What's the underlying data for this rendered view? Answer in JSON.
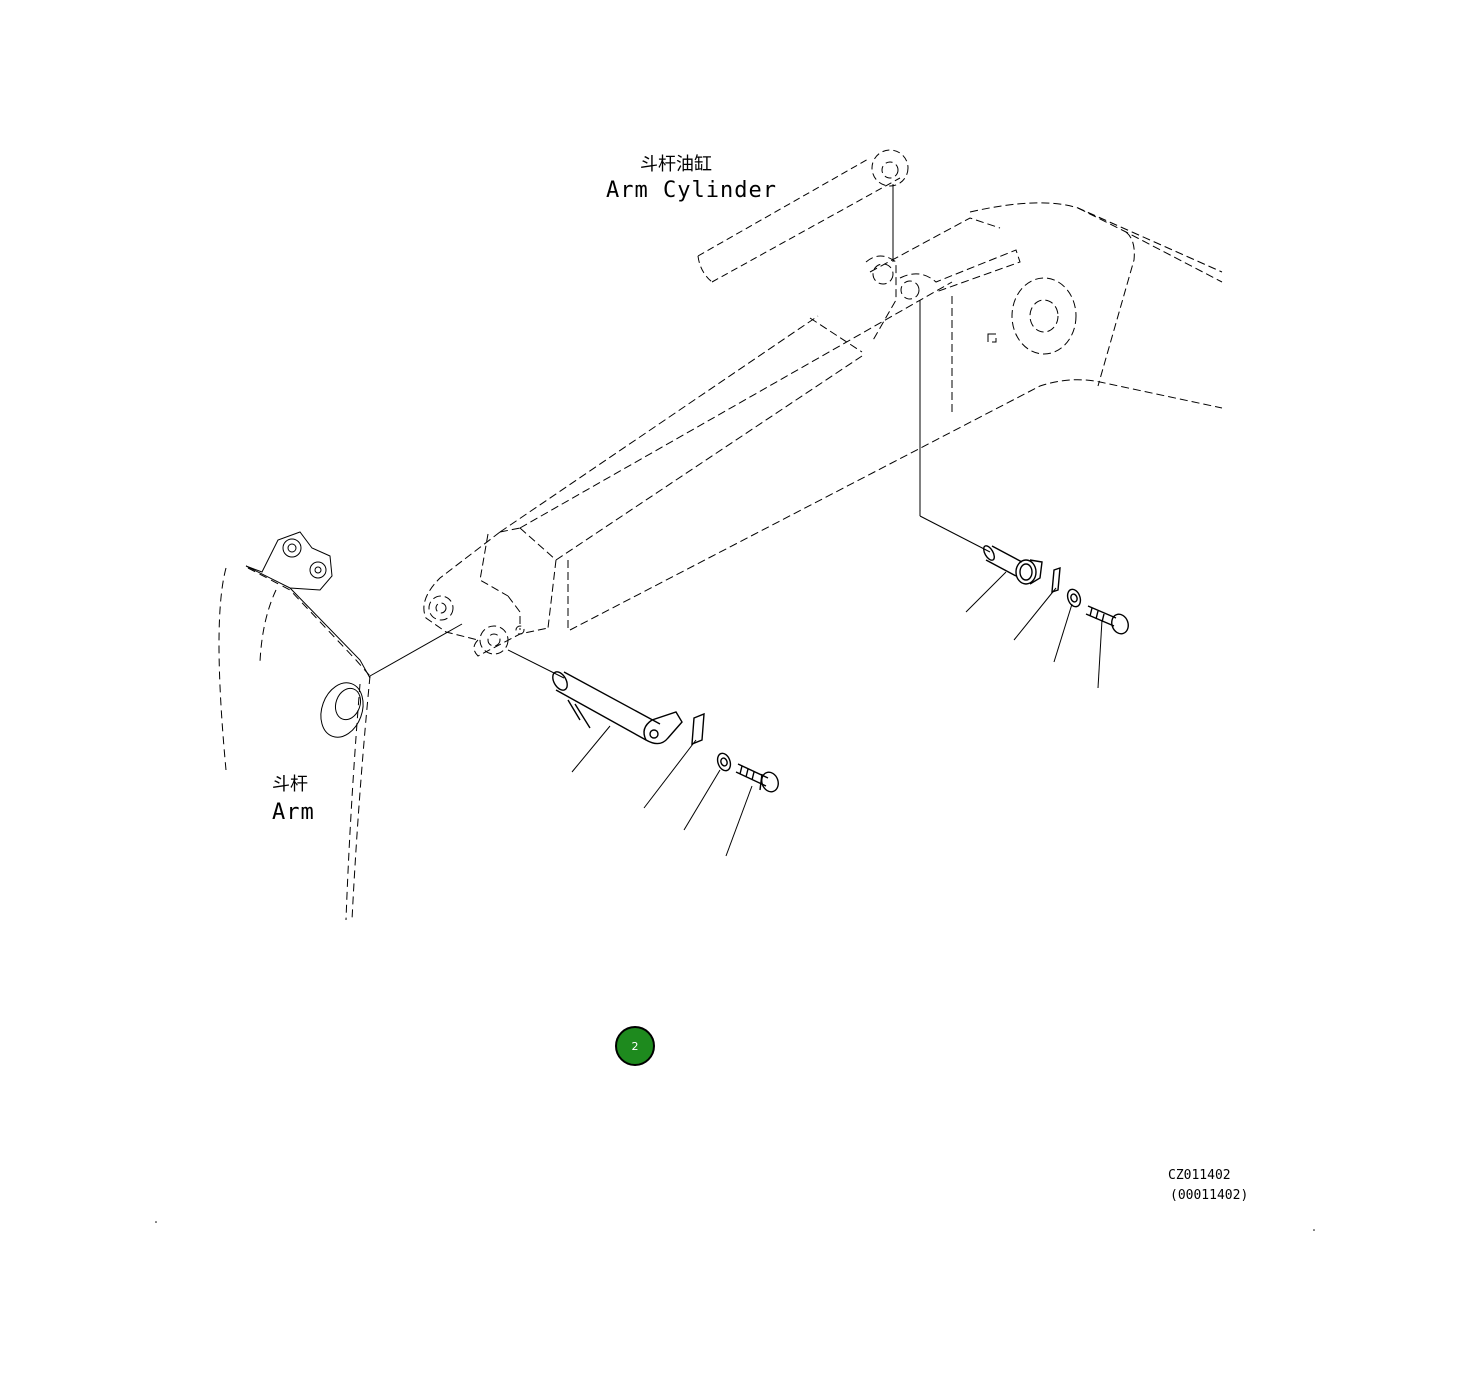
{
  "labels": {
    "arm_cylinder_cn": "斗杆油缸",
    "arm_cylinder_en": "Arm Cylinder",
    "arm_cn": "斗杆",
    "arm_en": "Arm"
  },
  "callout": {
    "number": "2",
    "color": "#1e8a1e"
  },
  "drawing": {
    "code": "CZ011402",
    "alt_code": "(00011402)"
  }
}
